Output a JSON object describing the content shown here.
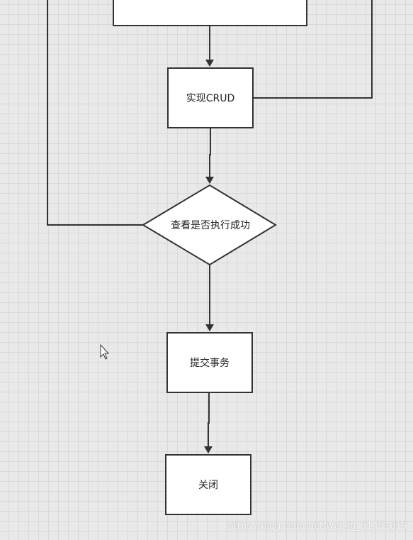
{
  "diagram": {
    "nodes": {
      "top_box": {
        "label": ""
      },
      "crud": {
        "label": "实现CRUD"
      },
      "check": {
        "label": "查看是否执行成功"
      },
      "commit": {
        "label": "提交事务"
      },
      "close": {
        "label": "关闭"
      }
    },
    "colors": {
      "stroke": "#333333",
      "fill": "#ffffff",
      "background": "#e9e9e9",
      "grid": "#d9d9d9"
    }
  },
  "cursor": {
    "icon": "mouse-pointer-icon"
  },
  "watermark": {
    "text": "https://blog.csdn.net/weixin_51451819"
  }
}
